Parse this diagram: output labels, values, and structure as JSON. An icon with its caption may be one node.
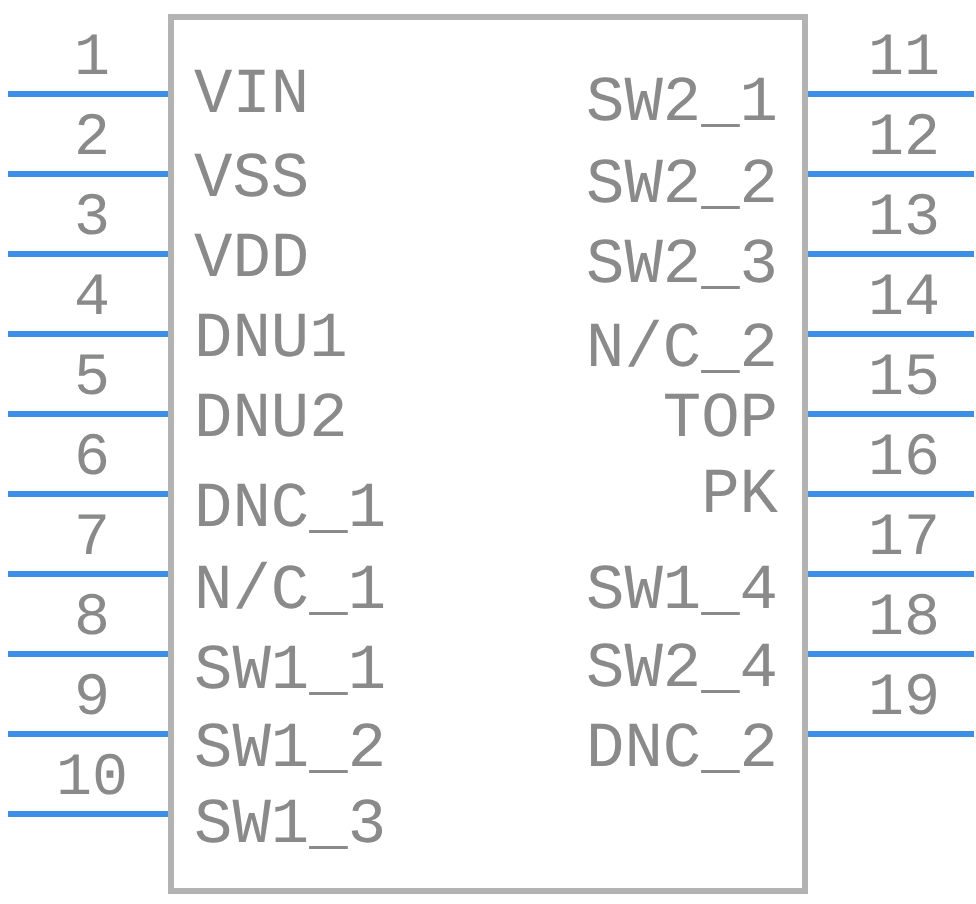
{
  "diagram": {
    "nodes": [
      {
        "text": [],
        "shape": "box"
      }
    ],
    "labels": [
      "1",
      "VIN",
      "2",
      "VSS",
      "3",
      "VDD",
      "4",
      "DNU1",
      "5",
      "DNU2",
      "6",
      "DNC_1",
      "7",
      "N/C_1",
      "8",
      "SW1_1",
      "9",
      "SW1_2",
      "10",
      "SW1_3",
      "11",
      "SW2_1",
      "12",
      "SW2_2",
      "13",
      "SW2_3",
      "14",
      "N/C_2",
      "15",
      "TOP",
      "16",
      "PK",
      "17",
      "SW1_4",
      "18",
      "SW2_4",
      "19",
      "DNC_2"
    ]
  }
}
